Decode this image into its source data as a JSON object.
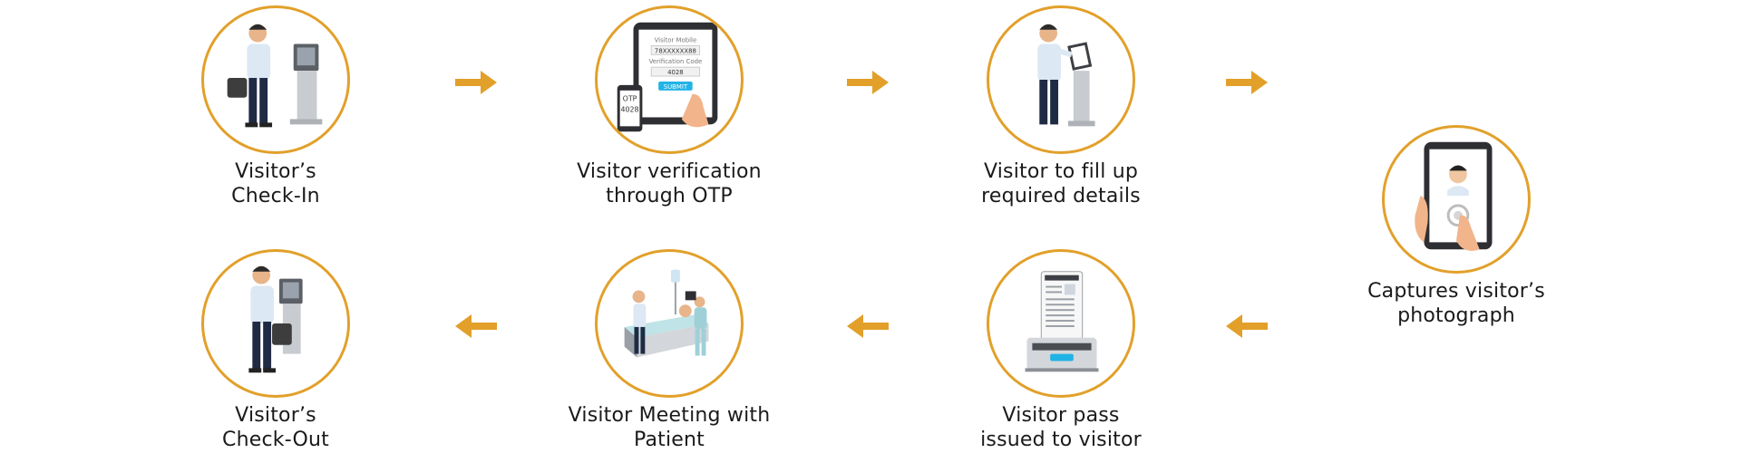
{
  "accent_color": "#e2a02a",
  "steps": [
    {
      "icon": "visitor-at-kiosk-icon",
      "label": [
        "Visitor’s",
        "Check-In"
      ]
    },
    {
      "icon": "otp-tablet-icon",
      "label": [
        "Visitor verification",
        "through OTP"
      ],
      "screen": {
        "mobile_label": "Visitor Mobile",
        "mobile_value": "78XXXXXX88",
        "code_label": "Verification Code",
        "code_value": "4028",
        "submit": "SUBMIT",
        "phone_otp_label": "OTP",
        "phone_otp_value": "4028"
      }
    },
    {
      "icon": "kiosk-form-icon",
      "label": [
        "Visitor to fill up",
        "required details"
      ]
    },
    {
      "icon": "tablet-photo-icon",
      "label": [
        "Captures visitor’s",
        "photograph"
      ]
    },
    {
      "icon": "pass-printer-icon",
      "label": [
        "Visitor pass",
        "issued to visitor"
      ]
    },
    {
      "icon": "hospital-bed-icon",
      "label": [
        "Visitor Meeting with",
        "Patient"
      ]
    },
    {
      "icon": "visitor-leaving-kiosk-icon",
      "label": [
        "Visitor’s",
        "Check-Out"
      ]
    }
  ]
}
